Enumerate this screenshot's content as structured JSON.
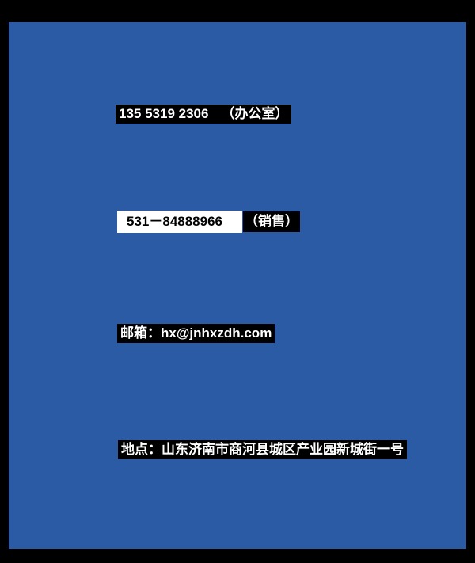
{
  "theme": {
    "frame_color": "#000000",
    "background_color": "#2b5ba4",
    "highlight_color": "#000000",
    "text_color": "#ffffff",
    "box_background": "#ffffff",
    "box_text_color": "#000000"
  },
  "contact": {
    "office_phone": {
      "number": "135 5319 2306",
      "label": "（办公室）"
    },
    "sales_phone": {
      "number": "531－84888966",
      "label": "（销售）"
    },
    "email": {
      "label": "邮箱：",
      "value": "hx@jnhxzdh.com"
    },
    "address": {
      "label": "地点：",
      "value": "山东济南市商河县城区产业园新城街一号"
    }
  }
}
